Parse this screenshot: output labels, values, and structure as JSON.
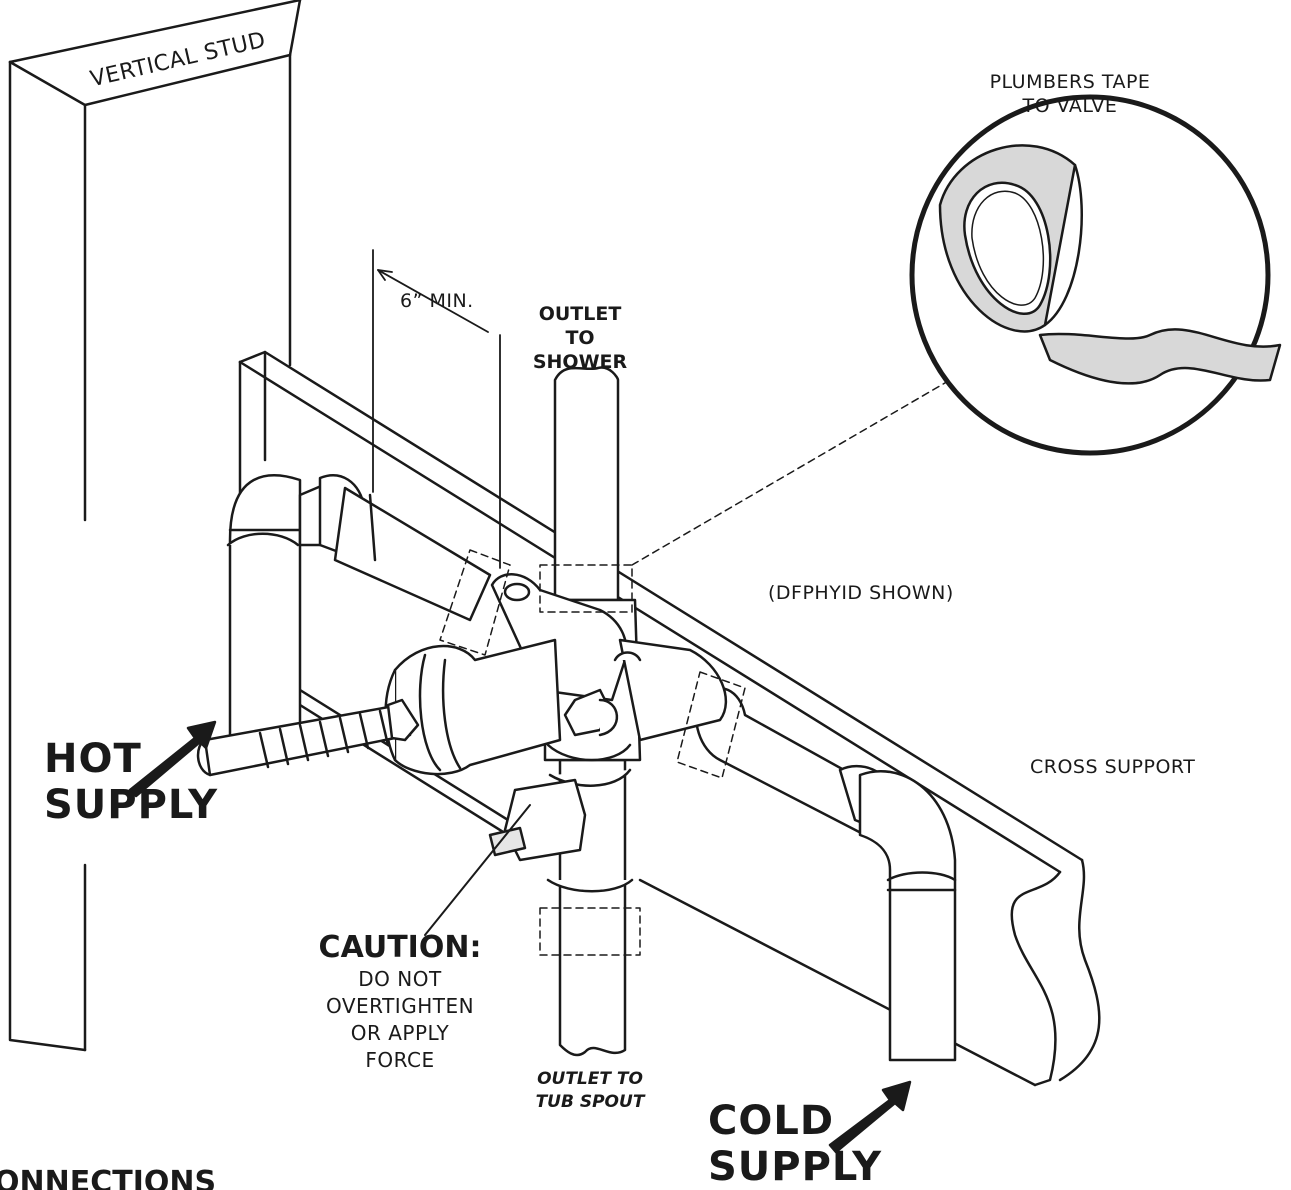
{
  "labels": {
    "vertical_stud": "VERTICAL STUD",
    "tape_line1": "PLUMBERS TAPE",
    "tape_line2": "TO VALVE",
    "min_distance": "6” MIN.",
    "outlet_shower_line1": "OUTLET TO",
    "outlet_shower_line2": "SHOWER",
    "model_shown": "(DFPHYID SHOWN)",
    "cross_support": "CROSS SUPPORT",
    "hot_line1": "HOT",
    "hot_line2": "SUPPLY",
    "caution_title": "CAUTION:",
    "caution_line1": "DO NOT",
    "caution_line2": "OVERTIGHTEN",
    "caution_line3": "OR APPLY",
    "caution_line4": "FORCE",
    "outlet_tub_line1": "OUTLET TO",
    "outlet_tub_line2": "TUB SPOUT",
    "cold_line1": "COLD",
    "cold_line2": "SUPPLY",
    "section_heading_partial": "ONNECTIONS"
  },
  "colors": {
    "line": "#1a1a1a",
    "pipe_fill": "#ffffff",
    "shade_fill": "#e6e6e6",
    "tape_fill": "#d8d8d8"
  }
}
